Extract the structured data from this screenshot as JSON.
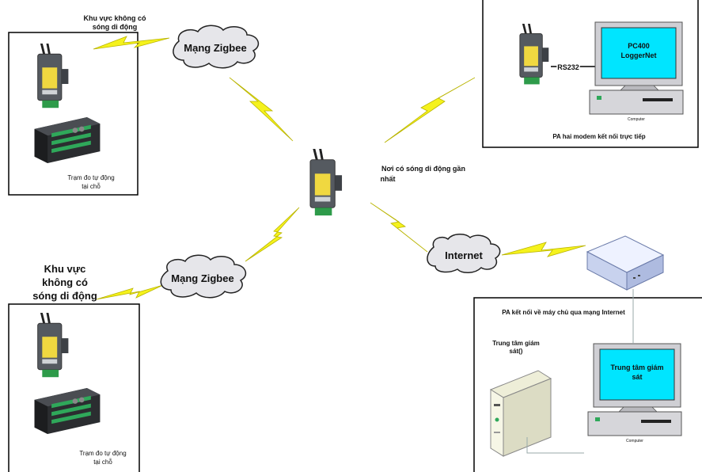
{
  "top_left": {
    "zone_label_line1": "Khu vực không có",
    "zone_label_line2": "sóng di động",
    "station_label_line1": "Trạm đo tự động",
    "station_label_line2": "tại chỗ"
  },
  "bottom_left": {
    "zone_label_line1": "Khu vực",
    "zone_label_line2": "không có",
    "zone_label_line3": "sóng di động",
    "station_label_line1": "Trạm đo tự động",
    "station_label_line2": "tại chỗ"
  },
  "clouds": {
    "zigbee_top": "Mạng Zigbee",
    "zigbee_bottom": "Mạng Zigbee",
    "internet": "Internet"
  },
  "center": {
    "label_line1": "Nơi có sóng di động gần",
    "label_line2": "nhất"
  },
  "top_right": {
    "rs232": "RS232",
    "screen_line1": "PC400",
    "screen_line2": "LoggerNet",
    "computer_caption": "Computer",
    "caption": "PA hai modem kết nối trực tiếp"
  },
  "bottom_right": {
    "caption": "PA kết nối về máy chủ qua mạng Internet",
    "server_label_line1": "Trung tâm giám",
    "server_label_line2": "sát()",
    "screen_line1": "Trung tâm giám",
    "screen_line2": "sát",
    "computer_caption": "Computer"
  },
  "colors": {
    "lightning": "#f5f21c",
    "lightning_outline": "#b9b400",
    "cloud_fill": "#e6e6ea",
    "screen": "#00e5ff",
    "modem_body": "#555a60",
    "modem_label": "#f0d840"
  }
}
